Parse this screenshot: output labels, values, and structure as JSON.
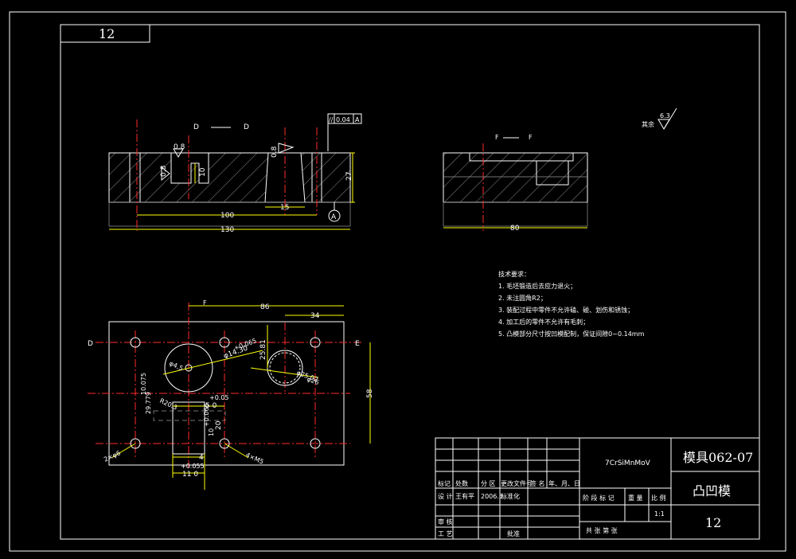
{
  "drawing_number_box": "12",
  "section_labels": {
    "section_left": "D",
    "section_right": "D",
    "view_mark_left": "F",
    "view_mark_right": "F",
    "plan_left_mark": "D",
    "plan_right_mark": "E",
    "plan_top_mark": "F"
  },
  "datum": {
    "tolerance_symbol": "//",
    "tolerance_value": "0.04",
    "datum_letter": "A"
  },
  "front_dims": {
    "overall_width": "130",
    "inner_width": "100",
    "height": "27",
    "slot_depth": "10",
    "roughness_left": "0.8",
    "roughness_left2": "0.8",
    "roughness_hole": "0.8",
    "bore": "15"
  },
  "side_dims": {
    "width": "80"
  },
  "surface_mark": {
    "label": "其余",
    "value": "6.3"
  },
  "tech_requirements": {
    "heading": "技术要求：",
    "items": [
      "1. 毛坯锻造后去应力退火；",
      "2. 未注圆角R2；",
      "3. 装配过程中零件不允许磕、碰、划伤和锈蚀；",
      "4. 加工后的零件不允许有毛刺；",
      "5. 凸模部分尺寸按凹模配制，保证间隙0~0.14mm"
    ]
  },
  "plan_dims": {
    "d86": "86",
    "d34": "34",
    "d58": "58",
    "d25_81": "25.81",
    "phi14_30": "φ14.30",
    "tol065": "+0.065",
    "phi4_5": "φ4.5",
    "phi26": "φ26",
    "phi25_02": "φ25.02",
    "tol_plus_05": "+0.05",
    "r20_3": "R20.3",
    "d10_075": "10.075",
    "d29_779": "29.779",
    "d50": "5 0",
    "d20": "20",
    "d10": "10",
    "tol066": "+0.066",
    "d4": "4",
    "tol055": "+0.055",
    "d11": "11 0",
    "holes_left": "2×φ6",
    "holes_right": "4×M5"
  },
  "title_block": {
    "material": "7CrSiMnMoV",
    "drawing_code": "模具062-07",
    "part_name": "凸凹模",
    "sheet_number": "12",
    "scale": "1:1",
    "header_row": [
      "标记",
      "处数",
      "分 区",
      "更改文件号",
      "签 名",
      "年、月、日"
    ],
    "design_row": {
      "label": "设 计",
      "name": "王有平",
      "date": "2006.5",
      "std": "标准化"
    },
    "review_label": "审 核",
    "process_label": "工 艺",
    "approve_label": "批准",
    "stage_label": "阶 段 标 记",
    "weight_label": "重 量",
    "scale_label": "比 例",
    "sheets_label": "共   张   第   张"
  }
}
